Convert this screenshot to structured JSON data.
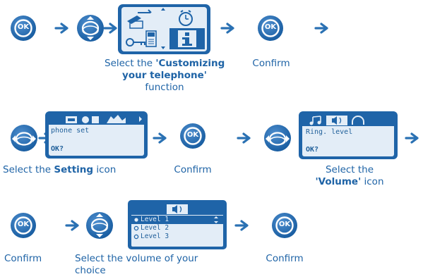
{
  "colors": {
    "brand_blue": "#1f64a8",
    "screen_fill": "#e3edf7",
    "arrow": "#2a71b3"
  },
  "row1": {
    "caption_select_pre": "Select the ",
    "caption_select_bold1": "'Customizing",
    "caption_select_bold2": "your telephone'",
    "caption_select_post": "function",
    "caption_confirm": "Confirm",
    "ok_label": "OK"
  },
  "row2": {
    "screen_a_line1": "phone set",
    "screen_a_line2": "OK?",
    "caption_select_pre": "Select the ",
    "caption_select_bold": "Setting",
    "caption_select_post": " icon",
    "caption_confirm": "Confirm",
    "screen_b_line1": "Ring. level",
    "screen_b_line2": "OK?",
    "caption_volume_line1": "Select the",
    "caption_volume_bold": "'Volume'",
    "caption_volume_post": " icon",
    "ok_label": "OK"
  },
  "row3": {
    "caption_confirm_left": "Confirm",
    "caption_select_line1": "Select the volume of your",
    "caption_select_line2": "choice",
    "caption_confirm_right": "Confirm",
    "levels": [
      "Level 1",
      "Level 2",
      "Level 3"
    ],
    "ok_label": "OK"
  }
}
